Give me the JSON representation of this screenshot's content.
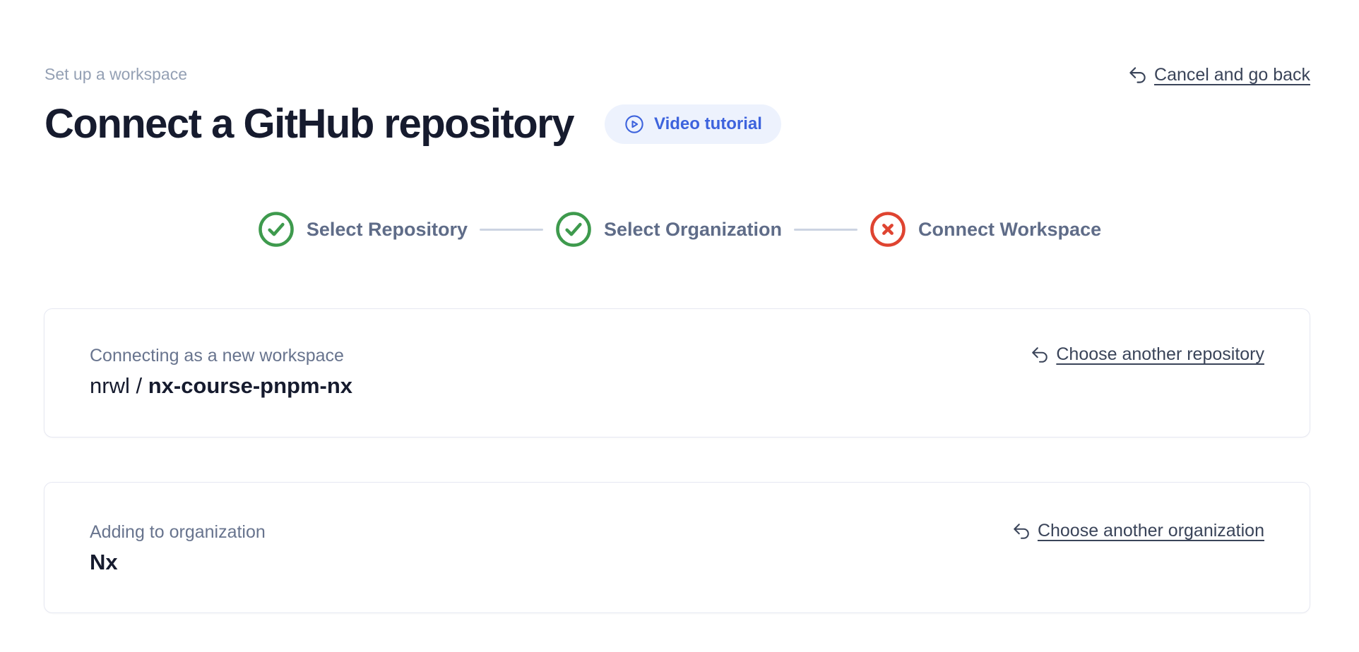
{
  "colors": {
    "accent_blue": "#3d63dd",
    "accent_blue_bg": "#edf2fd",
    "success_green": "#3e9a4d",
    "error_red": "#df4431",
    "heading_text": "#161b2e",
    "muted_text": "#94a0b4",
    "step_label_text": "#5f6c88",
    "card_label_text": "#68748e",
    "link_text": "#3a4459",
    "card_border": "#e6e8f2",
    "connector": "#ccd4e2",
    "page_bg": "#ffffff"
  },
  "header": {
    "eyebrow": "Set up a workspace",
    "title": "Connect a GitHub repository",
    "video_tutorial_label": "Video tutorial",
    "cancel_link_label": "Cancel and go back"
  },
  "stepper": {
    "steps": [
      {
        "label": "Select Repository",
        "status": "complete",
        "icon": "check-circle-icon"
      },
      {
        "label": "Select Organization",
        "status": "complete",
        "icon": "check-circle-icon"
      },
      {
        "label": "Connect Workspace",
        "status": "error",
        "icon": "x-circle-icon"
      }
    ]
  },
  "repository_card": {
    "label": "Connecting as a new workspace",
    "owner": "nrwl",
    "separator": " / ",
    "repo": "nx-course-pnpm-nx",
    "change_link_label": "Choose another repository"
  },
  "organization_card": {
    "label": "Adding to organization",
    "name": "Nx",
    "change_link_label": "Choose another organization"
  }
}
